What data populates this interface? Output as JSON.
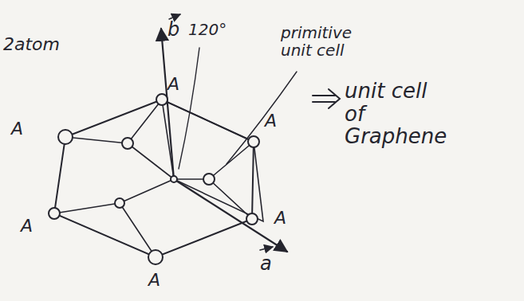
{
  "diagram": {
    "labels": [
      "2atom",
      "b",
      "A",
      "120°",
      "primitive unit cell",
      "A",
      "A",
      "unit cell of Graphene",
      "A",
      "A",
      "a",
      "A"
    ]
  }
}
